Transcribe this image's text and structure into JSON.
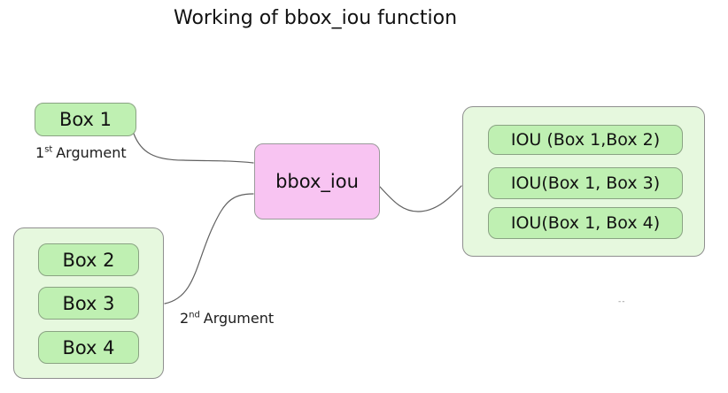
{
  "title": "Working of bbox_iou function",
  "arg1": {
    "box": "Box 1",
    "caption": {
      "num": "1",
      "sup": "st",
      "rest": "Argument"
    }
  },
  "arg2": {
    "boxes": [
      "Box 2",
      "Box 3",
      "Box 4"
    ],
    "caption": {
      "num": "2",
      "sup": "nd",
      "rest": "Argument"
    }
  },
  "function_node": {
    "label": "bbox_iou"
  },
  "outputs": {
    "boxes": [
      "IOU (Box 1,Box 2)",
      "IOU(Box 1, Box 3)",
      "IOU(Box 1, Box 4)"
    ]
  },
  "marks": {
    "ellipsis": "--"
  },
  "colors": {
    "node_green_fill": "#bff0b2",
    "node_green_border": "#8aa383",
    "container_green_fill": "#e6f8de",
    "container_border": "#8f8f8f",
    "function_fill": "#f8c4f2",
    "function_border": "#9a9a9a",
    "connector": "#606060",
    "text": "#111111"
  }
}
